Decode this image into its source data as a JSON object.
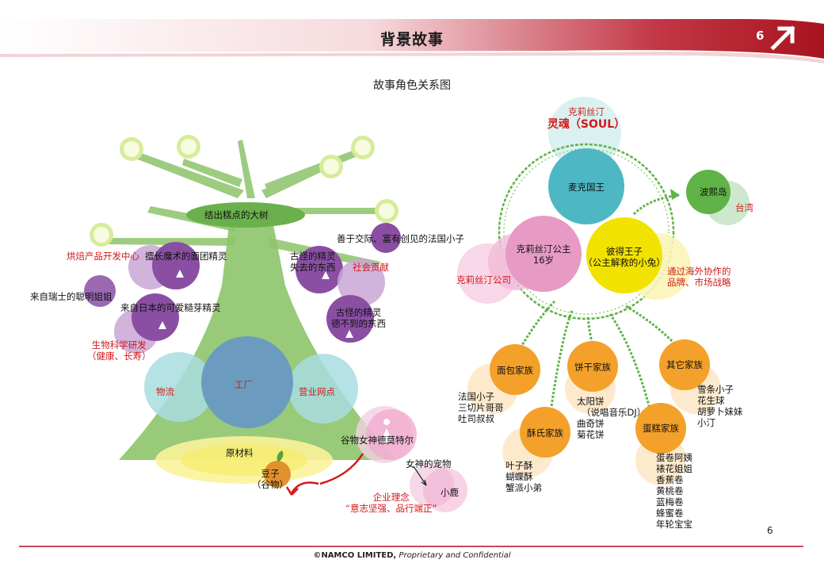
{
  "header": {
    "title": "背景故事",
    "page_number": "6",
    "accent_color": "#a8141e"
  },
  "diagram_title": "故事角色关系图",
  "tree": {
    "crown_label": "结出糕点的大树",
    "factory": "工厂",
    "logistics": "物流",
    "sales_network": "营业网点",
    "raw_material": "原材料",
    "bean": {
      "line1": "豆子",
      "line2": "（谷物）"
    },
    "left_labels": {
      "baking_center": "烘焙产品开发中心",
      "dough_spirit": "擅长魔术的面团精灵",
      "swiss_sister": "来自瑞士的聪明姐姐",
      "japan_sprout": "来自日本的可爱糙芽精灵",
      "bioscience": {
        "line1": "生物科学研发",
        "line2": "（健康、长寿）"
      }
    },
    "right_labels": {
      "french_boy": "善于交际、富有创见的法国小子",
      "odd_spirit_lost": {
        "line1": "古怪的精灵",
        "line2": "失去的东西"
      },
      "social_contribution": "社会贡献",
      "odd_spirit_unreachable": {
        "line1": "古怪的精灵",
        "line2": "德不到的东西"
      }
    },
    "goddess": "谷物女神德莫特尔",
    "goddess_pet": "女神的宠物",
    "deer": "小鹿",
    "philosophy": {
      "line1": "企业理念",
      "line2": "“意志坚强、品行端正”"
    }
  },
  "right_diagram": {
    "soul": {
      "line1": "克莉丝汀",
      "line2": "灵魂（SOUL）"
    },
    "king": "麦克国王",
    "princess": {
      "line1": "克莉丝汀公主",
      "line2": "16岁"
    },
    "prince": {
      "line1": "彼得王子",
      "line2": "（公主解救的小兔）"
    },
    "company": "克莉丝汀公司",
    "overseas": {
      "line1": "通过海外协作的",
      "line2": "品牌、市场战略"
    },
    "polo": "波熙岛",
    "taiwan": "台湾",
    "families": [
      {
        "name": "面包家族",
        "members": [
          "法国小子",
          "三切片哥哥",
          "吐司叔叔"
        ]
      },
      {
        "name": "饼干家族",
        "members": [
          "太阳饼",
          "（说唱音乐DJ）",
          "曲奇饼",
          "菊花饼"
        ]
      },
      {
        "name": "其它家族",
        "members": [
          "雪条小子",
          "花生球",
          "胡萝卜妹妹",
          "小汀"
        ]
      },
      {
        "name": "酥氏家族",
        "members": [
          "叶子酥",
          "蝴蝶酥",
          "蟹派小弟"
        ]
      },
      {
        "name": "蛋糕家族",
        "members": [
          "蛋卷阿姨",
          "裱花姐姐",
          "香蕉卷",
          "黄桃卷",
          "蓝梅卷",
          "蜂蜜卷",
          "年轮宝宝"
        ]
      }
    ]
  },
  "footer": {
    "brand": "©NAMCO LIMITED,",
    "text": "Proprietary and Confidential",
    "page_number": "6"
  },
  "colors": {
    "tree_green": "#8dc46a",
    "crown_green": "#6ab04c",
    "purple": "#8a4fa3",
    "light_purple": "#c9a6d6",
    "steel_blue": "#6b9cc0",
    "cyan": "#a8dde0",
    "teal": "#4db8c4",
    "pink": "#e79bc4",
    "yellow": "#f2e200",
    "orange": "#f3a12a",
    "red_text": "#d21a1a"
  }
}
